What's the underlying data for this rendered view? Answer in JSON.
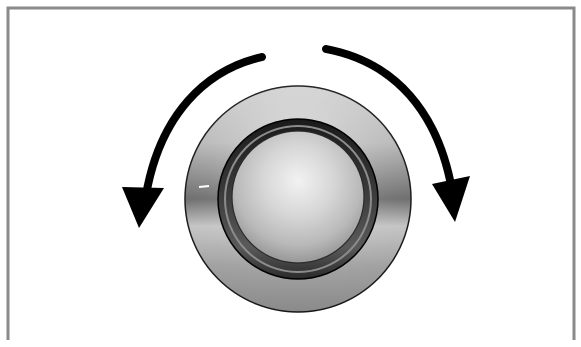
{
  "illustration": {
    "subject": "rotary-knob",
    "rotation_directions": [
      "counter-clockwise",
      "clockwise"
    ]
  },
  "icons": {
    "left_arrow": "rotate-counter-clockwise-arrow-icon",
    "right_arrow": "rotate-clockwise-arrow-icon",
    "knob": "rotary-knob-icon"
  },
  "colors": {
    "border": "#8a8a8a",
    "arrow": "#000000",
    "background": "#ffffff"
  }
}
